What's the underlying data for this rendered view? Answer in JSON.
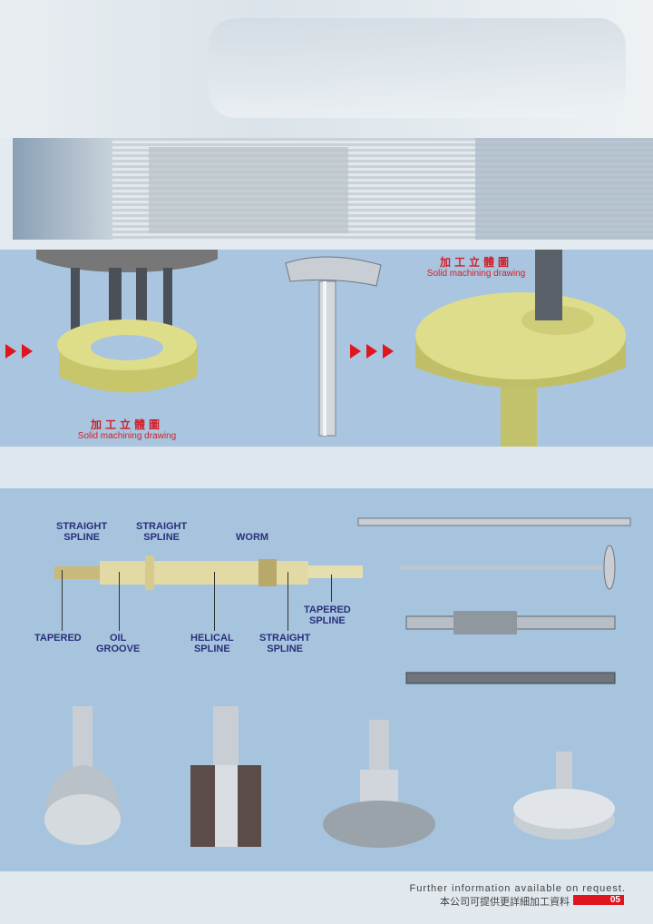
{
  "panel_top": {
    "caption_left": {
      "cn": "加工立體圖",
      "en": "Solid machining drawing"
    },
    "caption_right": {
      "cn": "加工立體圖",
      "en": "Solid machining drawing"
    }
  },
  "shaft_diagram": {
    "labels": [
      "STRAIGHT\nSPLINE",
      "STRAIGHT\nSPLINE",
      "WORM",
      "TAPERED\nSPLINE",
      "TAPERED",
      "OIL\nGROOVE",
      "HELICAL\nSPLINE",
      "STRAIGHT\nSPLINE"
    ]
  },
  "footer": {
    "en": "Further information available on request.",
    "cn": "本公司可提供更詳細加工資料",
    "page": "05"
  },
  "colors": {
    "accent": "#e0161f",
    "panel": "#a9c5df",
    "label": "#2a2f7a"
  }
}
